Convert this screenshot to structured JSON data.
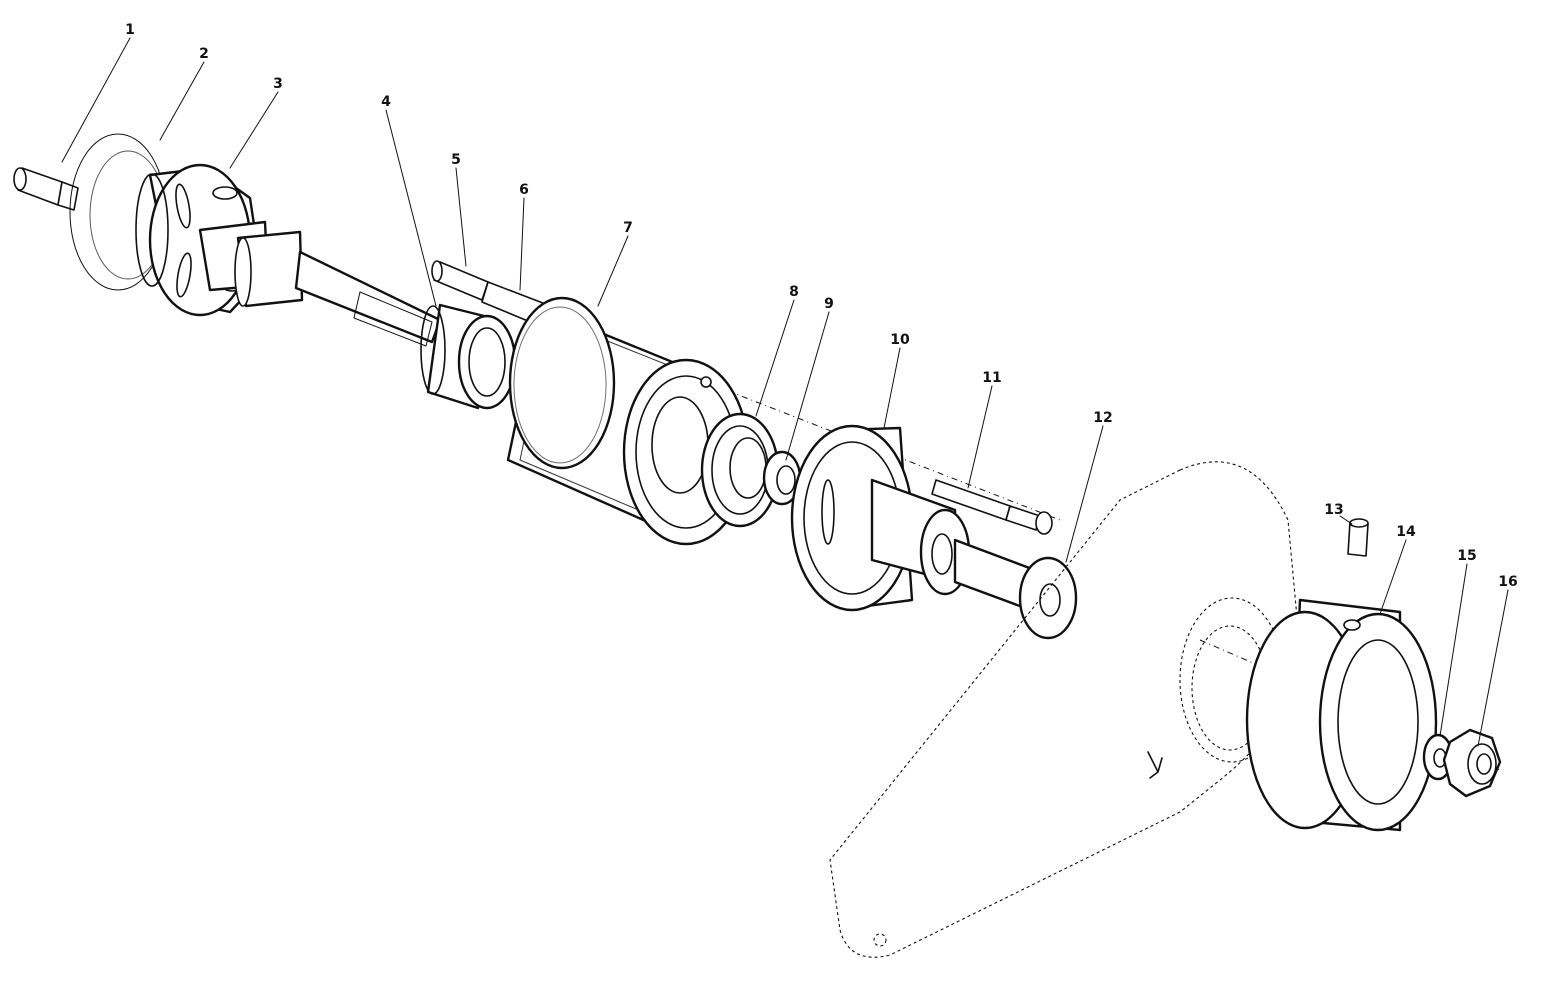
{
  "callouts": [
    {
      "id": "1",
      "text": "1"
    },
    {
      "id": "2",
      "text": "2"
    },
    {
      "id": "3",
      "text": "3"
    },
    {
      "id": "4",
      "text": "4"
    },
    {
      "id": "5",
      "text": "5"
    },
    {
      "id": "6",
      "text": "6"
    },
    {
      "id": "7",
      "text": "7"
    },
    {
      "id": "8",
      "text": "8"
    },
    {
      "id": "9",
      "text": "9"
    },
    {
      "id": "10",
      "text": "10"
    },
    {
      "id": "11",
      "text": "11"
    },
    {
      "id": "12",
      "text": "12"
    },
    {
      "id": "13",
      "text": "13"
    },
    {
      "id": "14",
      "text": "14"
    },
    {
      "id": "15",
      "text": "15"
    },
    {
      "id": "16",
      "text": "16"
    }
  ],
  "colors": {
    "ink": "#111111",
    "paper": "#ffffff"
  }
}
